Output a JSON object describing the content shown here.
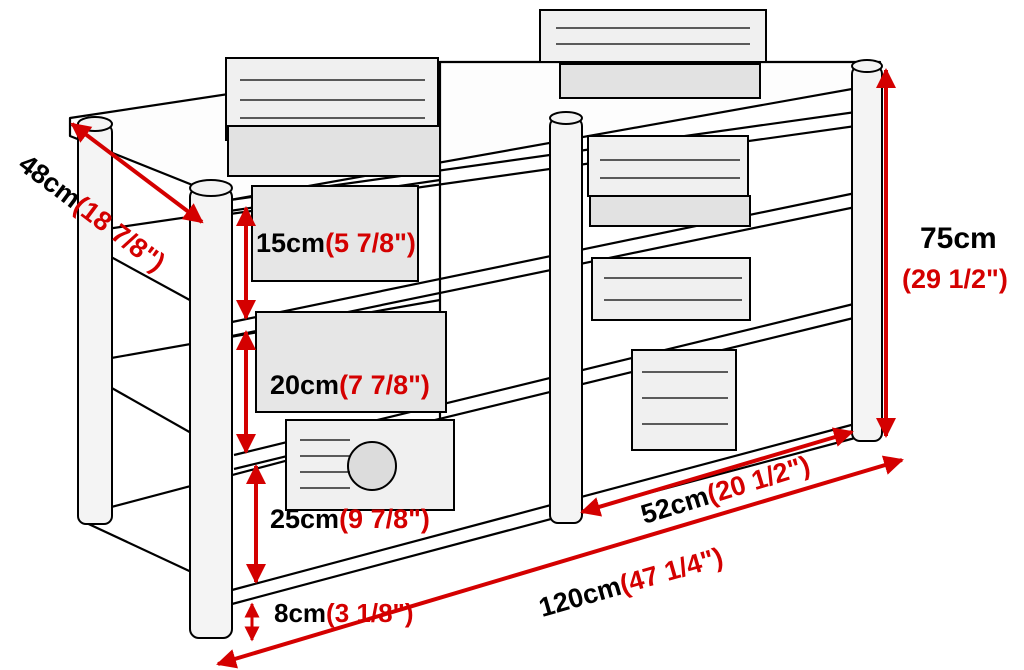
{
  "colors": {
    "dimension": "#d40000",
    "outline": "#000000",
    "background": "#ffffff"
  },
  "dimensions": {
    "depth": {
      "metric": "48cm",
      "imperial": "(18 7/8\")"
    },
    "height": {
      "metric": "75cm",
      "imperial": "(29 1/2\")"
    },
    "shelf_1": {
      "metric": "15cm",
      "imperial": "(5 7/8\")"
    },
    "shelf_2": {
      "metric": "20cm",
      "imperial": "(7 7/8\")"
    },
    "shelf_3": {
      "metric": "25cm",
      "imperial": "(9 7/8\")"
    },
    "clearance": {
      "metric": "8cm",
      "imperial": "(3 1/8\")"
    },
    "bay": {
      "metric": "52cm",
      "imperial": "(20 1/2\")"
    },
    "width": {
      "metric": "120cm",
      "imperial": "(47 1/4\")"
    }
  }
}
